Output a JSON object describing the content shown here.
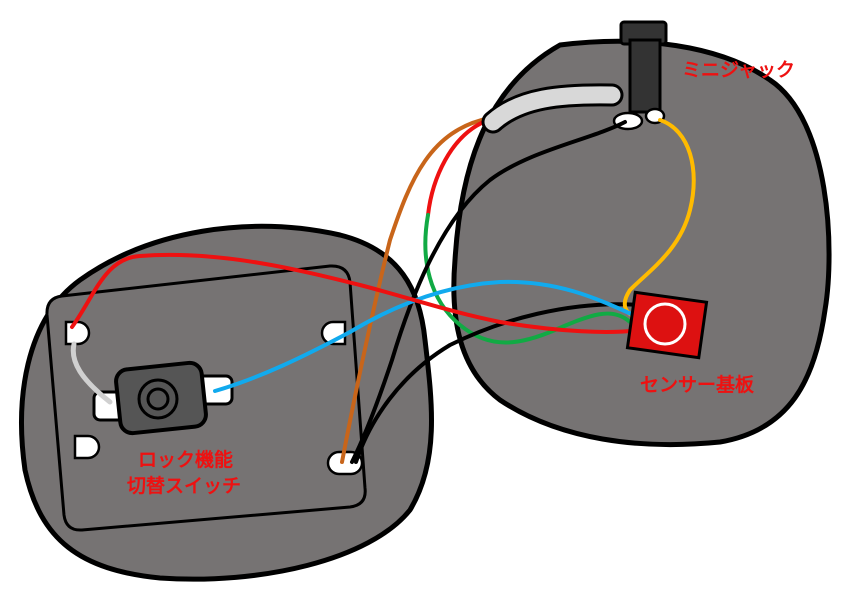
{
  "labels": {
    "mini_jack": "ミニジャック",
    "sensor_board": "センサー基板",
    "lock_switch_line1": "ロック機能",
    "lock_switch_line2": "切替スイッチ"
  },
  "colors": {
    "body_fill": "#767373",
    "outline": "#000000",
    "label": "#ee1111",
    "wire_red": "#ee1111",
    "wire_blue": "#11aaee",
    "wire_green": "#11aa44",
    "wire_orange": "#c8651a",
    "wire_yellow": "#ffbb00",
    "wire_black": "#000000",
    "cable_sheath": "#d8d8d8",
    "sensor_board": "#dd1111"
  },
  "icons": [
    "mini-jack-icon",
    "toggle-switch-icon",
    "sensor-board-icon",
    "screw-hole-icon"
  ]
}
